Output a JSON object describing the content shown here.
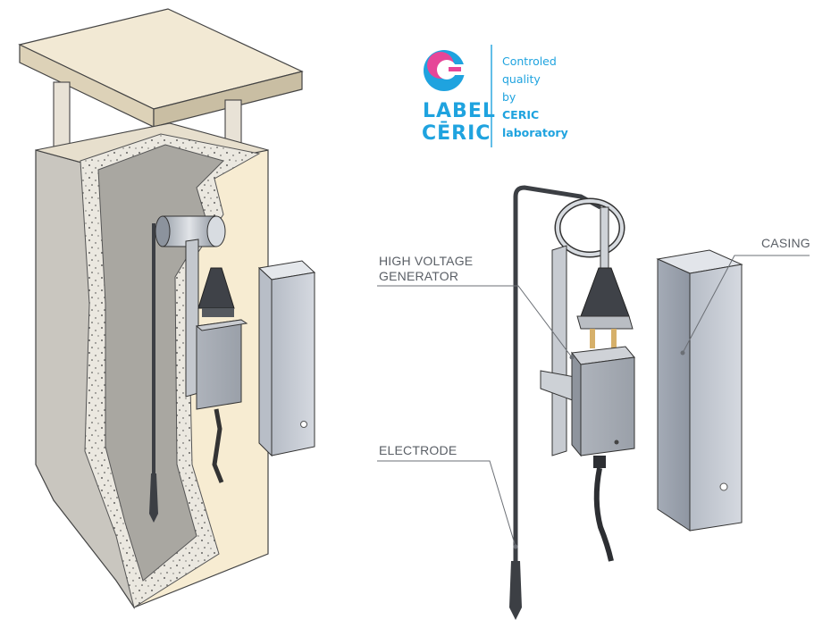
{
  "logo": {
    "brand_line1": "LABEL",
    "brand_line2": "CĒRIC",
    "tagline": [
      "Controled",
      "quality",
      "by",
      "CERIC",
      "laboratory"
    ],
    "accent_color": "#1fa3df",
    "secondary_color": "#e64698"
  },
  "callouts": {
    "high_voltage_generator": "HIGH VOLTAGE\nGENERATOR",
    "electrode": "ELECTRODE",
    "casing": "CASING"
  }
}
